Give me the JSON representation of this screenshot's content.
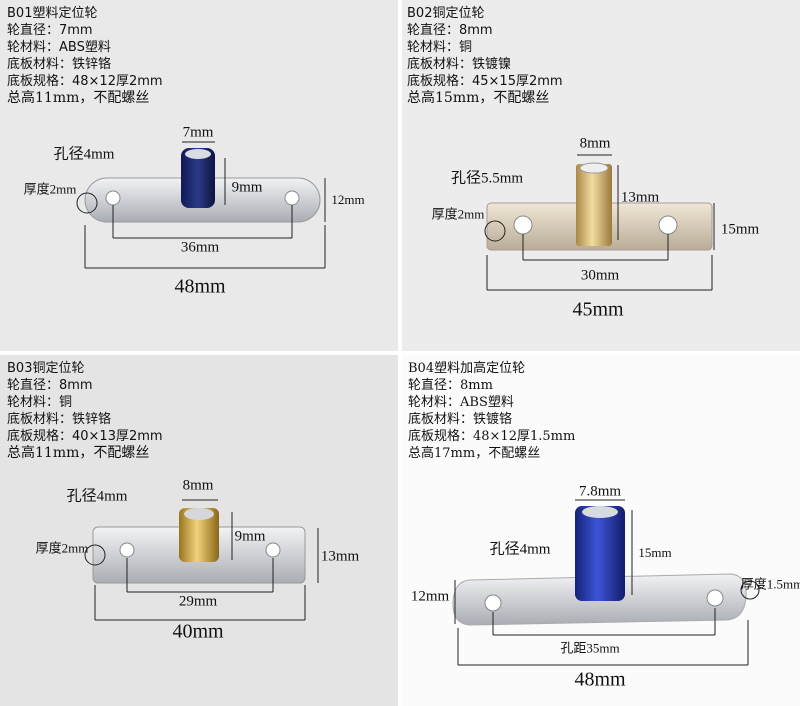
{
  "panels": [
    {
      "title": "B01塑料定位轮",
      "lines": [
        "轮直径：7mm",
        "轮材料：ABS塑料",
        "底板材料：铁锌铬",
        "底板规格：48×12厚2mm"
      ],
      "note": "总高11mm，不配螺丝",
      "dims": {
        "wheel_diameter": "7mm",
        "hole": "孔径4mm",
        "wheel_height": "9mm",
        "thickness": "厚度2mm",
        "plate_width": "12mm",
        "hole_spacing": "36mm",
        "length": "48mm"
      },
      "wheel_color": "#1f2a6b"
    },
    {
      "title": "B02铜定位轮",
      "lines": [
        "轮直径：8mm",
        "轮材料：铜",
        "底板材料：铁镀镍",
        "底板规格：45×15厚2mm"
      ],
      "note": "总高15mm，不配螺丝",
      "dims": {
        "wheel_diameter": "8mm",
        "hole": "孔径5.5mm",
        "wheel_height": "13mm",
        "thickness": "厚度2mm",
        "plate_width": "15mm",
        "hole_spacing": "30mm",
        "length": "45mm"
      },
      "wheel_color": "#c9a766"
    },
    {
      "title": "B03铜定位轮",
      "lines": [
        "轮直径：8mm",
        "轮材料：铜",
        "底板材料：铁锌铬",
        "底板规格：40×13厚2mm"
      ],
      "note": "总高11mm，不配螺丝",
      "dims": {
        "wheel_diameter": "8mm",
        "hole": "孔径4mm",
        "wheel_height": "9mm",
        "thickness": "厚度2mm",
        "plate_width": "13mm",
        "hole_spacing": "29mm",
        "length": "40mm"
      },
      "wheel_color": "#c9a24a"
    },
    {
      "title": "B04塑料加高定位轮",
      "lines": [
        "轮直径：8mm",
        "轮材料：ABS塑料",
        "底板材料：铁镀铬",
        "底板规格：48×12厚1.5mm"
      ],
      "note": "总高17mm，不配螺丝",
      "dims": {
        "wheel_diameter": "7.8mm",
        "hole": "孔径4mm",
        "wheel_height": "15mm",
        "thickness": "厚度1.5mm",
        "plate_width": "12mm",
        "hole_spacing": "孔距35mm",
        "length": "48mm"
      },
      "wheel_color": "#2236a8"
    }
  ]
}
